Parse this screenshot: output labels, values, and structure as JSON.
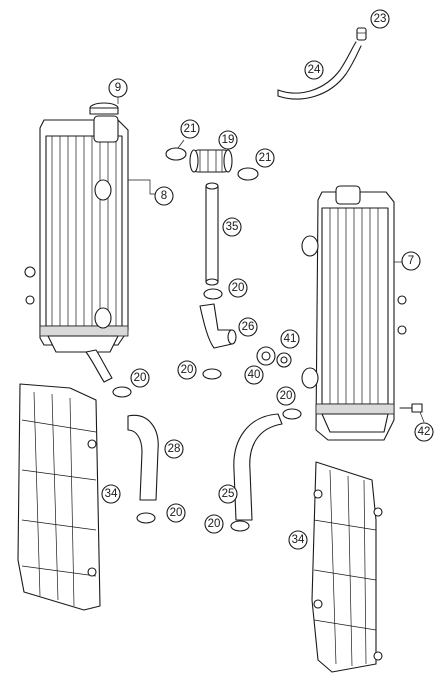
{
  "diagram": {
    "callouts": {
      "c23": "23",
      "c24": "24",
      "c9": "9",
      "c21a": "21",
      "c19": "19",
      "c21b": "21",
      "c8": "8",
      "c35": "35",
      "c7": "7",
      "c20a": "20",
      "c26": "26",
      "c41": "41",
      "c20b": "20",
      "c40": "40",
      "c20c": "20",
      "c20d": "20",
      "c28": "28",
      "c42": "42",
      "c34a": "34",
      "c25": "25",
      "c20e": "20",
      "c20f": "20",
      "c34b": "34"
    }
  }
}
